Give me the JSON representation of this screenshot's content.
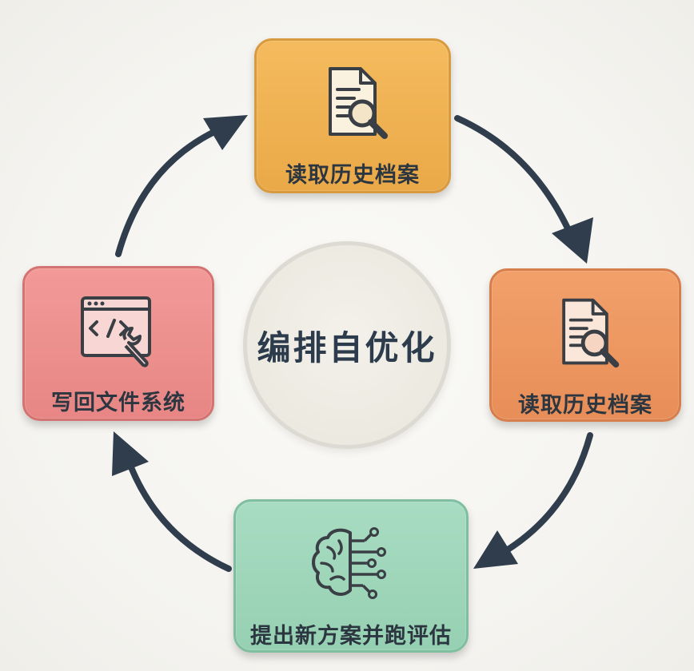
{
  "center": {
    "title": "编排自优化"
  },
  "nodes": {
    "top": {
      "label": "读取历史档案",
      "icon": "document-search-icon",
      "color": "#eeb051"
    },
    "right": {
      "label": "读取历史档案",
      "icon": "document-search-icon",
      "color": "#ec9660"
    },
    "bottom": {
      "label": "提出新方案并跑评估",
      "icon": "brain-circuit-icon",
      "color": "#9fd6ba"
    },
    "left": {
      "label": "写回文件系统",
      "icon": "code-window-wrench-icon",
      "color": "#ec908e"
    }
  },
  "colors": {
    "arrow": "#2f3d4c",
    "icon_stroke": "#3a3f45"
  }
}
